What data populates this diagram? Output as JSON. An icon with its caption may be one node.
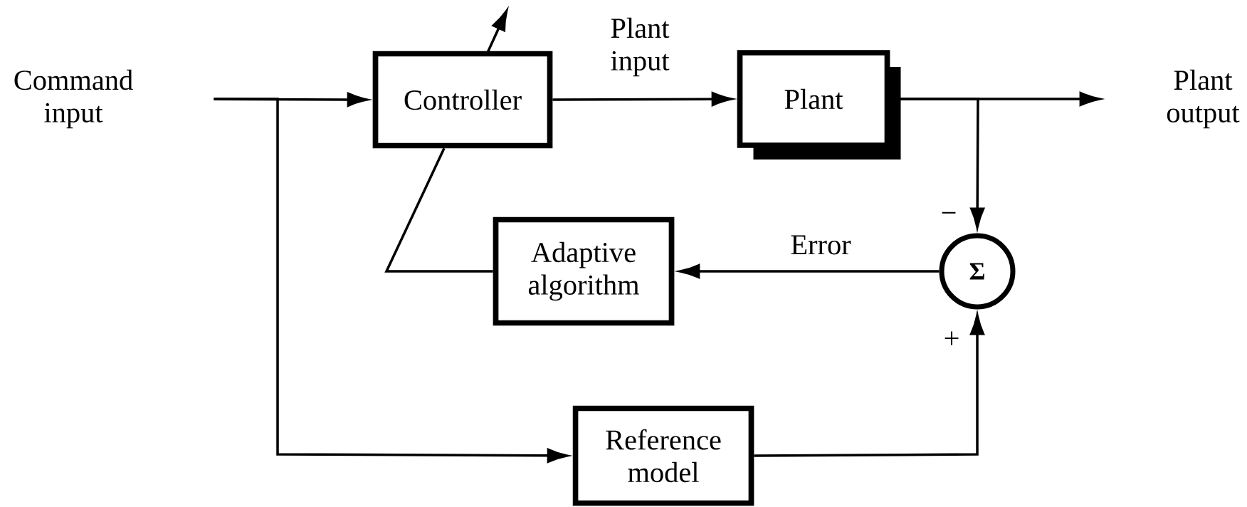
{
  "diagram": {
    "nodes": [
      {
        "text": [
          "Command input"
        ]
      },
      {
        "text": [
          "Controller"
        ]
      },
      {
        "text": [
          "Plant"
        ]
      },
      {
        "text": [
          "Plant output"
        ]
      },
      {
        "text": [
          "Adaptive algorithm"
        ]
      },
      {
        "text": [
          "Σ"
        ]
      },
      {
        "text": [
          "Reference model"
        ]
      }
    ],
    "edges": [
      {
        "from": 0,
        "to": 1,
        "arrow": "to"
      },
      {
        "from": 1,
        "to": 2,
        "arrow": "to",
        "label": "Plant input"
      },
      {
        "from": 2,
        "to": 3,
        "arrow": "to"
      },
      {
        "from": 2,
        "to": 5,
        "arrow": "to"
      },
      {
        "from": 5,
        "to": 4,
        "arrow": "to",
        "label": "Error"
      },
      {
        "from": 4,
        "to": 1,
        "arrow": "none"
      },
      {
        "from": 0,
        "to": 6,
        "arrow": "to"
      },
      {
        "from": 6,
        "to": 5,
        "arrow": "to"
      }
    ],
    "labels": [
      "−",
      "+"
    ]
  }
}
